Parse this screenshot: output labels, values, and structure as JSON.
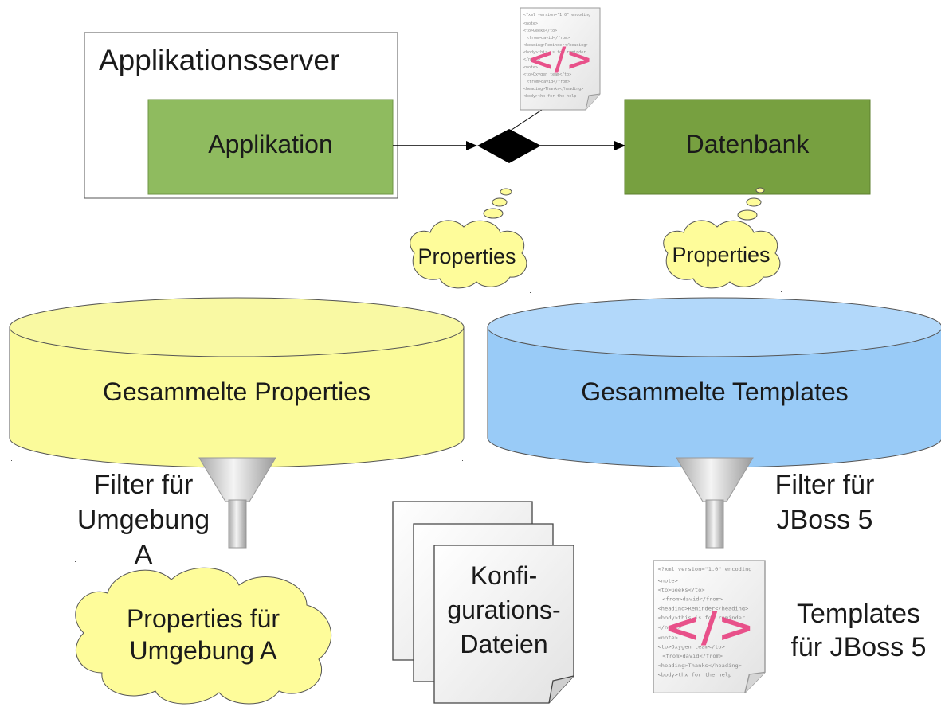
{
  "server": {
    "label": "Applikationsserver"
  },
  "application": {
    "label": "Applikation"
  },
  "database": {
    "label": "Datenbank"
  },
  "props_cloud_left": {
    "label": "Properties"
  },
  "props_cloud_right": {
    "label": "Properties"
  },
  "cylinder_properties": {
    "label": "Gesammelte Properties"
  },
  "cylinder_templates": {
    "label": "Gesammelte Templates"
  },
  "filter_left": {
    "line1": "Filter für",
    "line2": "Umgebung",
    "line3": "A"
  },
  "filter_right": {
    "line1": "Filter für",
    "line2": "JBoss 5"
  },
  "result_cloud": {
    "line1": "Properties für",
    "line2": "Umgebung A"
  },
  "config_files": {
    "line1": "Konfi-",
    "line2": "gurations-",
    "line3": "Dateien"
  },
  "templates_out": {
    "line1": "Templates",
    "line2": "für JBoss 5"
  },
  "xml_doc": {
    "lines": [
      "<?xml version=\"1.0\" encoding",
      "<note>",
      "<to>Geeks</to>",
      "  <from>david</from>",
      "<heading>Reminder</heading>",
      "<body>this is for reminder",
      "</note>",
      "<note>",
      "<to>Oxygen team</to>",
      "  <from>david</from>",
      "<heading>Thanks</heading>",
      "<body>thx for the help"
    ],
    "code_symbol": "</>"
  },
  "colors": {
    "app_green": "#8fbb5f",
    "db_green": "#77a040",
    "cloud_yellow": "#fefc9a",
    "cylinder_yellow": "#fbfb9a",
    "cylinder_blue": "#99cbf7",
    "code_pink": "#e8518a"
  }
}
